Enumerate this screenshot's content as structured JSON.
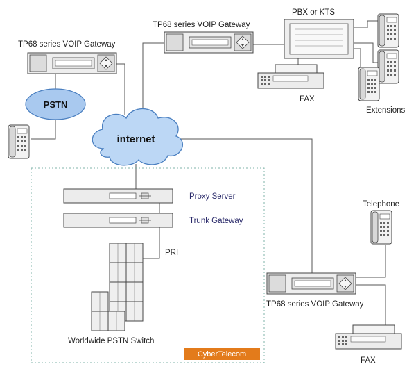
{
  "diagram": {
    "labels": {
      "gateway_left": "TP68 series VOIP Gateway",
      "gateway_top": "TP68 series VOIP Gateway",
      "pbx": "PBX or KTS",
      "fax_top": "FAX",
      "extensions": "Extensions",
      "pstn": "PSTN",
      "internet": "internet",
      "proxy_server": "Proxy Server",
      "trunk_gateway": "Trunk Gateway",
      "pri": "PRI",
      "telephone": "Telephone",
      "gateway_right": "TP68 series VOIP Gateway",
      "switch": "Worldwide PSTN Switch",
      "fax_bottom": "FAX",
      "badge": "CyberTelecom"
    },
    "colors": {
      "cloud_fill": "#bcd7f5",
      "cloud_stroke": "#4a7fc0",
      "pstn_fill": "#a9c9ef",
      "badge_fill": "#e37b1b",
      "line": "#555555",
      "device_fill": "#efefef",
      "device_stroke": "#444444",
      "dotted_border": "#7fb3a8"
    }
  }
}
